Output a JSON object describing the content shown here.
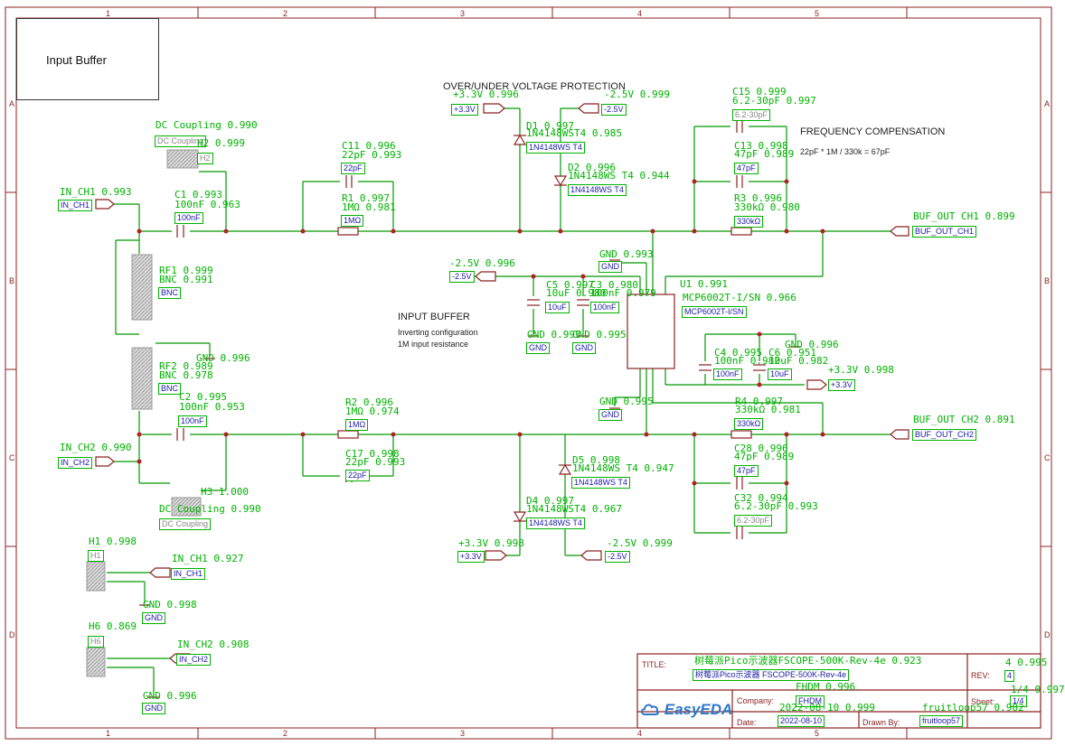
{
  "sheet": {
    "box_title": "Input Buffer",
    "col_labels": [
      "1",
      "2",
      "3",
      "4",
      "5"
    ],
    "row_labels": [
      "A",
      "B",
      "C",
      "D"
    ]
  },
  "headings": {
    "ovp": "OVER/UNDER VOLTAGE PROTECTION",
    "freq": "FREQUENCY COMPENSATION",
    "freq_note": "22pF * 1M / 330k = 67pF",
    "input_buffer": "INPUT BUFFER",
    "inv_note": "Inverting configuration",
    "imp_note": "1M input resistance"
  },
  "components": [
    {
      "id": "dc1_t",
      "text": "DC Coupling 0.990"
    },
    {
      "id": "dc1_b",
      "text": "DC Coupling"
    },
    {
      "id": "h2_t",
      "text": "H2 0.999"
    },
    {
      "id": "h2_b",
      "text": "H2"
    },
    {
      "id": "inch1_t",
      "text": "IN_CH1 0.993"
    },
    {
      "id": "inch1_b",
      "text": "IN_CH1"
    },
    {
      "id": "c1_t",
      "text": "C1 0.993"
    },
    {
      "id": "c1_v",
      "text": "100nF 0.963"
    },
    {
      "id": "c1_b",
      "text": "100nF"
    },
    {
      "id": "c11_t",
      "text": "C11 0.996"
    },
    {
      "id": "c11_v",
      "text": "22pF 0.993"
    },
    {
      "id": "c11_b",
      "text": "22pF"
    },
    {
      "id": "r1_t",
      "text": "R1 0.997"
    },
    {
      "id": "r1_v",
      "text": "1MΩ 0.981"
    },
    {
      "id": "r1_b",
      "text": "1MΩ"
    },
    {
      "id": "rf1_t",
      "text": "RF1 0.999"
    },
    {
      "id": "rf1_v",
      "text": "BNC 0.991"
    },
    {
      "id": "rf1_b",
      "text": "BNC"
    },
    {
      "id": "gnd_rf2_t",
      "text": "GND 0.996"
    },
    {
      "id": "rf2_t",
      "text": "RF2 0.989"
    },
    {
      "id": "rf2_v",
      "text": "BNC 0.978"
    },
    {
      "id": "rf2_b",
      "text": "BNC"
    },
    {
      "id": "c2_t",
      "text": "C2 0.995"
    },
    {
      "id": "c2_v",
      "text": "100nF 0.953"
    },
    {
      "id": "c2_b",
      "text": "100nF"
    },
    {
      "id": "inch2_t",
      "text": "IN_CH2 0.990"
    },
    {
      "id": "inch2_b",
      "text": "IN_CH2"
    },
    {
      "id": "h3_t",
      "text": "H3 1.000"
    },
    {
      "id": "dc2_t",
      "text": "DC Coupling 0.990"
    },
    {
      "id": "dc2_b",
      "text": "DC Coupling"
    },
    {
      "id": "r2_t",
      "text": "R2 0.996"
    },
    {
      "id": "r2_v",
      "text": "1MΩ 0.974"
    },
    {
      "id": "r2_b",
      "text": "1MΩ"
    },
    {
      "id": "c17_t",
      "text": "C17 0.998"
    },
    {
      "id": "c17_v",
      "text": "22pF 0.993"
    },
    {
      "id": "c17_b",
      "text": "22pF"
    },
    {
      "id": "p33a_t",
      "text": "+3.3V 0.996"
    },
    {
      "id": "p33a_b",
      "text": "+3.3V"
    },
    {
      "id": "m25a_t",
      "text": "-2.5V 0.999"
    },
    {
      "id": "m25a_b",
      "text": "-2.5V"
    },
    {
      "id": "d1_t",
      "text": "D1 0.997"
    },
    {
      "id": "d1_v",
      "text": "1N4148WST4 0.985"
    },
    {
      "id": "d1_b",
      "text": "1N4148WS T4"
    },
    {
      "id": "d2_t",
      "text": "D2 0.996"
    },
    {
      "id": "d2_v",
      "text": "1N4148WS T4 0.944"
    },
    {
      "id": "d2_b",
      "text": "1N4148WS T4"
    },
    {
      "id": "m25b_t",
      "text": "-2.5V 0.996"
    },
    {
      "id": "m25b_b",
      "text": "-2.5V"
    },
    {
      "id": "c5_t",
      "text": "C5 0.997"
    },
    {
      "id": "c5_v",
      "text": "10uF 0.980"
    },
    {
      "id": "c5_b",
      "text": "10uF"
    },
    {
      "id": "c3_t",
      "text": "C3 0.980"
    },
    {
      "id": "c3_v",
      "text": "100nF 0.979"
    },
    {
      "id": "c3_b",
      "text": "100nF"
    },
    {
      "id": "gnd_c5_t",
      "text": "GND 0.995"
    },
    {
      "id": "gnd_c5_b",
      "text": "GND"
    },
    {
      "id": "gnd_c3_t",
      "text": "GND 0.995"
    },
    {
      "id": "gnd_c3_b",
      "text": "GND"
    },
    {
      "id": "gnd_top_t",
      "text": "GND 0.993"
    },
    {
      "id": "gnd_top_b",
      "text": "GND"
    },
    {
      "id": "u1_t",
      "text": "U1 0.991"
    },
    {
      "id": "u1_v",
      "text": "MCP6002T-I/SN 0.966"
    },
    {
      "id": "u1_b",
      "text": "MCP6002T-I/SN"
    },
    {
      "id": "gnd_mid_t",
      "text": "GND 0.995"
    },
    {
      "id": "gnd_mid_b",
      "text": "GND"
    },
    {
      "id": "d5_t",
      "text": "D5 0.998"
    },
    {
      "id": "d5_v",
      "text": "1N4148WS T4 0.947"
    },
    {
      "id": "d5_b",
      "text": "1N4148WS T4"
    },
    {
      "id": "d4_t",
      "text": "D4 0.997"
    },
    {
      "id": "d4_v",
      "text": "1N4148WST4 0.967"
    },
    {
      "id": "d4_b",
      "text": "1N4148WS T4"
    },
    {
      "id": "p33b_t",
      "text": "+3.3V 0.998"
    },
    {
      "id": "p33b_b",
      "text": "+3.3V"
    },
    {
      "id": "m25c_t",
      "text": "-2.5V 0.999"
    },
    {
      "id": "m25c_b",
      "text": "-2.5V"
    },
    {
      "id": "c15_t",
      "text": "C15 0.999"
    },
    {
      "id": "c15_v",
      "text": "6.2-30pF 0.997"
    },
    {
      "id": "c15_b",
      "text": "6.2-30pF"
    },
    {
      "id": "c13_t",
      "text": "C13 0.998"
    },
    {
      "id": "c13_v",
      "text": "47pF 0.989"
    },
    {
      "id": "c13_b",
      "text": "47pF"
    },
    {
      "id": "r3_t",
      "text": "R3 0.996"
    },
    {
      "id": "r3_v",
      "text": "330kΩ 0.980"
    },
    {
      "id": "r3_b",
      "text": "330kΩ"
    },
    {
      "id": "bo1_t",
      "text": "BUF_OUT CH1 0.899"
    },
    {
      "id": "bo1_b",
      "text": "BUF_OUT_CH1"
    },
    {
      "id": "c4_t",
      "text": "C4 0.995"
    },
    {
      "id": "c4_v",
      "text": "100nF 0.982"
    },
    {
      "id": "c4_b",
      "text": "100nF"
    },
    {
      "id": "c6_t",
      "text": "C6 0.951"
    },
    {
      "id": "c6_v",
      "text": "10uF 0.982"
    },
    {
      "id": "c6_b",
      "text": "10uF"
    },
    {
      "id": "gnd_c6_t",
      "text": "GND 0.996"
    },
    {
      "id": "p33c_t",
      "text": "+3.3V 0.998"
    },
    {
      "id": "p33c_b",
      "text": "+3.3V"
    },
    {
      "id": "r4_t",
      "text": "R4 0.997"
    },
    {
      "id": "r4_v",
      "text": "330kΩ 0.981"
    },
    {
      "id": "r4_b",
      "text": "330kΩ"
    },
    {
      "id": "bo2_t",
      "text": "BUF_OUT CH2 0.891"
    },
    {
      "id": "bo2_b",
      "text": "BUF_OUT_CH2"
    },
    {
      "id": "c28_t",
      "text": "C28 0.996"
    },
    {
      "id": "c28_v",
      "text": "47pF 0.989"
    },
    {
      "id": "c28_b",
      "text": "47pF"
    },
    {
      "id": "c32_t",
      "text": "C32 0.994"
    },
    {
      "id": "c32_v",
      "text": "6.2-30pF 0.993"
    },
    {
      "id": "c32_b",
      "text": "6.2-30pF"
    },
    {
      "id": "h1_t",
      "text": "H1 0.998"
    },
    {
      "id": "h1_b",
      "text": "H1"
    },
    {
      "id": "inch1b_t",
      "text": "IN_CH1 0.927"
    },
    {
      "id": "inch1b_b",
      "text": "IN_CH1"
    },
    {
      "id": "gnd_h1_t",
      "text": "GND 0.998"
    },
    {
      "id": "gnd_h1_b",
      "text": "GND"
    },
    {
      "id": "h6_t",
      "text": "H6 0.869"
    },
    {
      "id": "h6_b",
      "text": "H6"
    },
    {
      "id": "inch2b_t",
      "text": "IN_CH2 0.908"
    },
    {
      "id": "inch2b_b",
      "text": "IN_CH2"
    },
    {
      "id": "gnd_h6_t",
      "text": "GND 0.996"
    },
    {
      "id": "gnd_h6_b",
      "text": "GND"
    }
  ],
  "title_block": {
    "title_label": "TITLE:",
    "title_green": "树莓派Pico示波器FSCOPE-500K-Rev-4e 0.923",
    "title_value": "树莓派Pico示波器 FSCOPE-500K-Rev-4e",
    "rev_label": "REV:",
    "rev_green": "4 0.995",
    "rev_value": "4",
    "company_label": "Company:",
    "company_green": "FHDM 0.996",
    "company_value": "FHDM",
    "sheet_label": "Sheet:",
    "sheet_green": "1/4 0.997",
    "sheet_value": "1/4",
    "date_label": "Date:",
    "date_green": "2022-08-10 0.999",
    "date_value": "2022-08-10",
    "drawn_label": "Drawn By:",
    "drawn_green": "fruitloop57 0.982",
    "drawn_value": "fruitloop57",
    "logo_text": "EasyEDA"
  }
}
